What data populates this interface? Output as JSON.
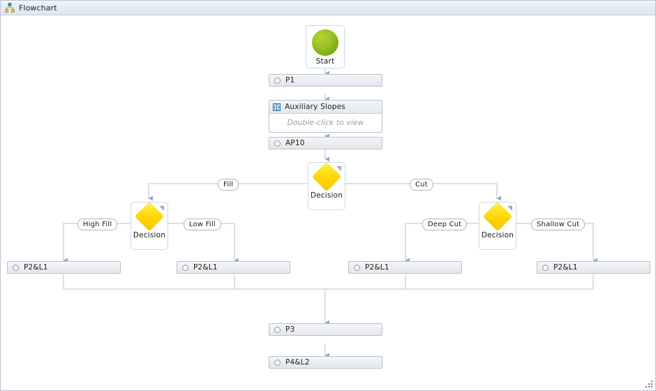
{
  "window": {
    "title": "Flowchart",
    "icon": "flowchart-hierarchy-icon"
  },
  "nodes": {
    "start": {
      "label": "Start",
      "icon": "green-circle-icon"
    },
    "p1": {
      "label": "P1",
      "icon": "circle-bullet-icon"
    },
    "aux": {
      "label": "Auxiliary Slopes",
      "hint": "Double-click to view",
      "icon": "subprocess-grid-icon"
    },
    "ap10": {
      "label": "AP10",
      "icon": "circle-bullet-icon"
    },
    "decision_main": {
      "label": "Decision",
      "icon": "yellow-diamond-icon"
    },
    "decision_fill": {
      "label": "Decision",
      "icon": "yellow-diamond-icon"
    },
    "decision_cut": {
      "label": "Decision",
      "icon": "yellow-diamond-icon"
    },
    "p2l1_high_fill": {
      "label": "P2&L1",
      "icon": "circle-bullet-icon"
    },
    "p2l1_low_fill": {
      "label": "P2&L1",
      "icon": "circle-bullet-icon"
    },
    "p2l1_deep_cut": {
      "label": "P2&L1",
      "icon": "circle-bullet-icon"
    },
    "p2l1_shallow_cut": {
      "label": "P2&L1",
      "icon": "circle-bullet-icon"
    },
    "p3": {
      "label": "P3",
      "icon": "circle-bullet-icon"
    },
    "p4l2": {
      "label": "P4&L2",
      "icon": "circle-bullet-icon"
    }
  },
  "edge_labels": {
    "fill": "Fill",
    "cut": "Cut",
    "high_fill": "High Fill",
    "low_fill": "Low Fill",
    "deep_cut": "Deep Cut",
    "shallow_cut": "Shallow Cut"
  },
  "colors": {
    "start_node": "#8ab81a",
    "decision_node": "#ffd400",
    "connector": "#c3cfdd",
    "node_border": "#b9c0c9",
    "node_fill": "#eceff3",
    "titlebar": "#e4ecf5",
    "panel_border": "#b8c4d4"
  },
  "grip": "resize-grip-icon"
}
